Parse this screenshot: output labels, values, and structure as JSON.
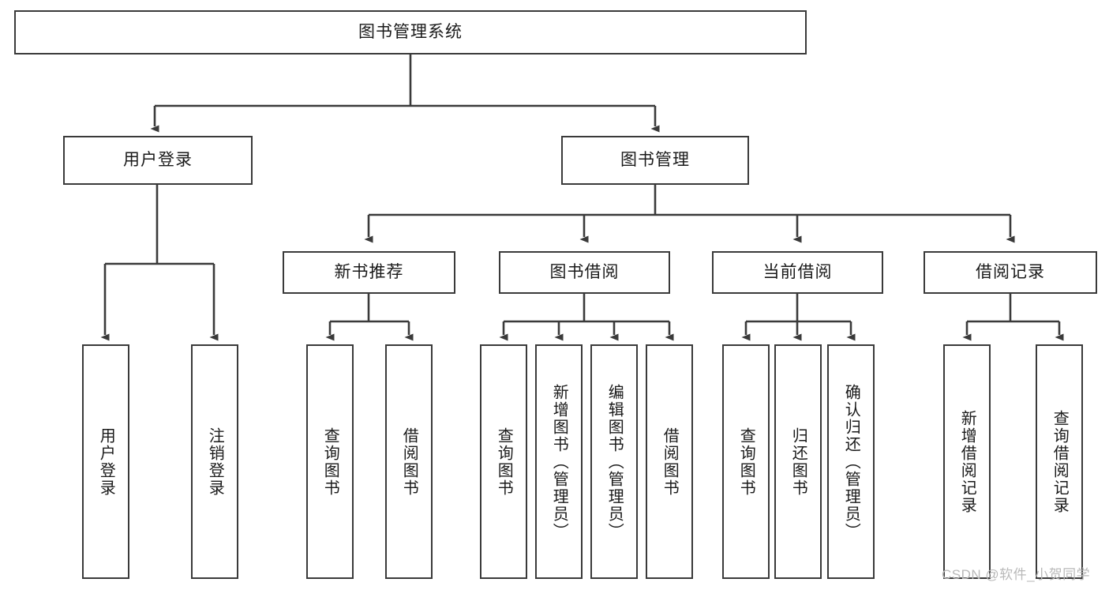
{
  "diagram": {
    "title": "图书管理系统",
    "type": "tree-hierarchy",
    "root": {
      "label": "图书管理系统"
    },
    "level1": [
      {
        "label": "用户登录"
      },
      {
        "label": "图书管理"
      }
    ],
    "level2": [
      {
        "label": "新书推荐"
      },
      {
        "label": "图书借阅"
      },
      {
        "label": "当前借阅"
      },
      {
        "label": "借阅记录"
      }
    ],
    "leaves": {
      "user_login": [
        {
          "label": "用户登录"
        },
        {
          "label": "注销登录"
        }
      ],
      "new_book_recommend": [
        {
          "label": "查询图书"
        },
        {
          "label": "借阅图书"
        }
      ],
      "book_borrow": [
        {
          "label": "查询图书"
        },
        {
          "label": "新增图书（管理员）"
        },
        {
          "label": "编辑图书（管理员）"
        },
        {
          "label": "借阅图书"
        }
      ],
      "current_borrow": [
        {
          "label": "查询图书"
        },
        {
          "label": "归还图书"
        },
        {
          "label": "确认归还（管理员）"
        }
      ],
      "borrow_record": [
        {
          "label": "新增借阅记录"
        },
        {
          "label": "查询借阅记录"
        }
      ]
    },
    "watermark": "CSDN @软件_小贺同学",
    "colors": {
      "stroke": "#3a3a3a",
      "fill": "#ffffff",
      "text": "#1a1a1a",
      "watermark": "#b9b9b9"
    }
  }
}
